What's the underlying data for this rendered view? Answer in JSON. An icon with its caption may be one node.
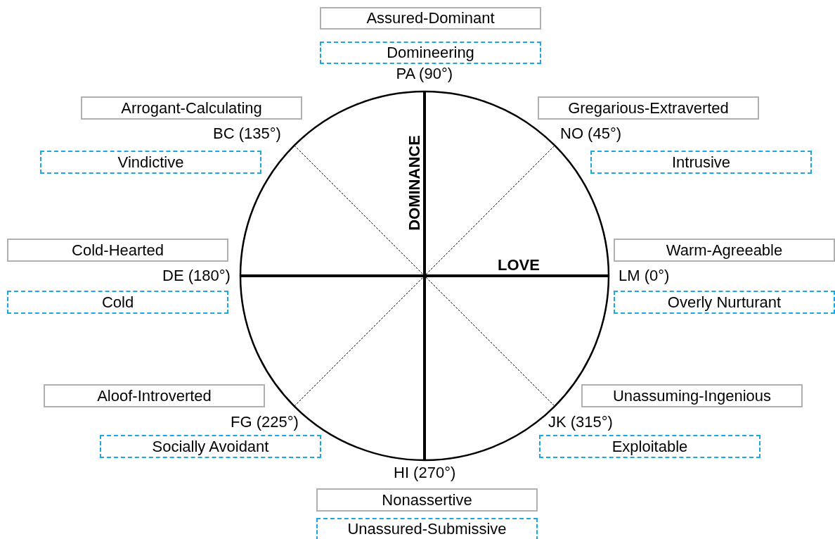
{
  "diagram": {
    "nodes": [
      {
        "text": [
          "Assured-Dominant"
        ]
      },
      {
        "text": [
          "Domineering"
        ]
      },
      {
        "text": [
          "Arrogant-Calculating"
        ]
      },
      {
        "text": [
          "Gregarious-Extraverted"
        ]
      },
      {
        "text": [
          "Vindictive"
        ]
      },
      {
        "text": [
          "Intrusive"
        ]
      },
      {
        "text": [
          "Cold-Hearted"
        ]
      },
      {
        "text": [
          "Warm-Agreeable"
        ]
      },
      {
        "text": [
          "Cold"
        ]
      },
      {
        "text": [
          "Overly Nurturant"
        ]
      },
      {
        "text": [
          "Aloof-Introverted"
        ]
      },
      {
        "text": [
          "Unassuming-Ingenious"
        ]
      },
      {
        "text": [
          "Socially Avoidant"
        ]
      },
      {
        "text": [
          "Exploitable"
        ]
      },
      {
        "text": [
          "Nonassertive"
        ]
      },
      {
        "text": [
          "Unassured-Submissive"
        ]
      }
    ],
    "labels": [
      "PA (90°)",
      "BC (135°)",
      "NO (45°)",
      "DOMINANCE",
      "DE (180°)",
      "LOVE",
      "LM (0°)",
      "FG (225°)",
      "JK (315°)",
      "HI (270°)"
    ]
  }
}
